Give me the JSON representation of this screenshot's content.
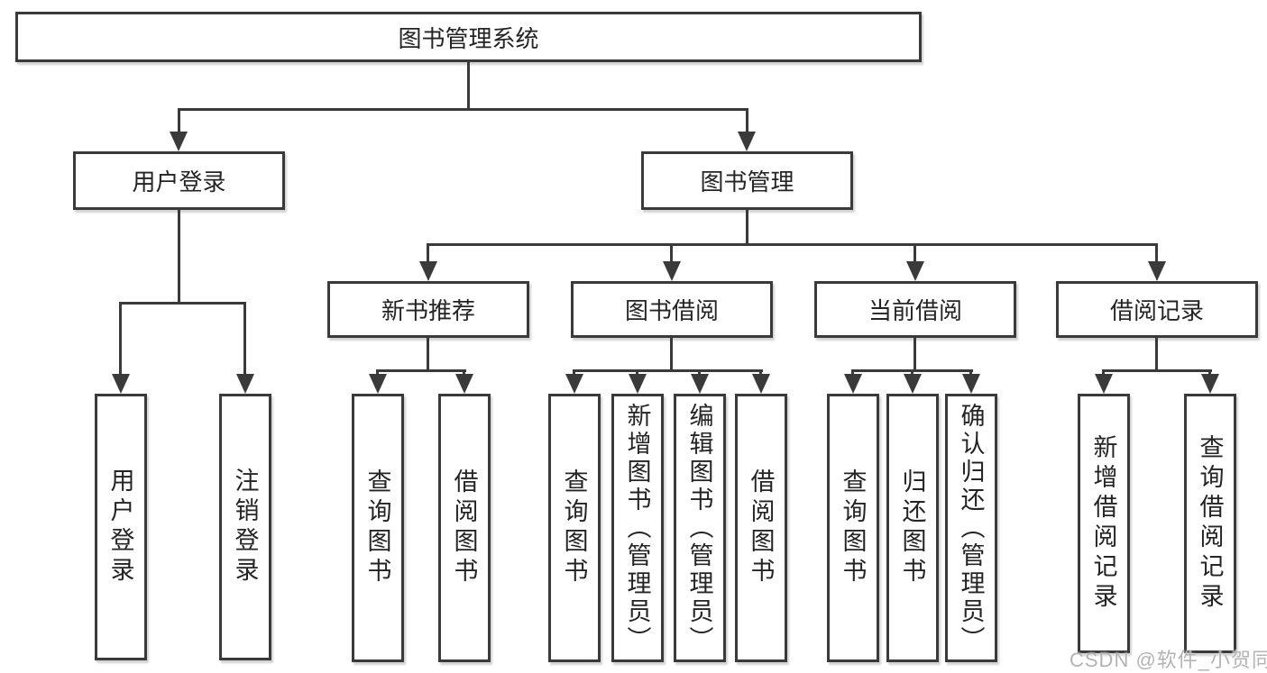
{
  "tree": {
    "root": {
      "label": "图书管理系统"
    },
    "user_login": {
      "label": "用户登录",
      "children": {
        "login": {
          "label": "用户登录"
        },
        "logout": {
          "label": "注销登录"
        }
      }
    },
    "book_mgmt": {
      "label": "图书管理",
      "children": {
        "new_books": {
          "label": "新书推荐",
          "children": {
            "query": {
              "label": "查询图书"
            },
            "borrow": {
              "label": "借阅图书"
            }
          }
        },
        "borrowing": {
          "label": "图书借阅",
          "children": {
            "query": {
              "label": "查询图书"
            },
            "add": {
              "label": "新增图书（管理员）"
            },
            "edit": {
              "label": "编辑图书（管理员）"
            },
            "borrow": {
              "label": "借阅图书"
            }
          }
        },
        "current": {
          "label": "当前借阅",
          "children": {
            "query": {
              "label": "查询图书"
            },
            "return": {
              "label": "归还图书"
            },
            "confirm": {
              "label": "确认归还（管理员）"
            }
          }
        },
        "records": {
          "label": "借阅记录",
          "children": {
            "add": {
              "label": "新增借阅记录"
            },
            "query": {
              "label": "查询借阅记录"
            }
          }
        }
      }
    }
  },
  "watermark": {
    "text": "CSDN @软件_小贺同学"
  },
  "colors": {
    "line": "#3a3a3a",
    "box_border": "#3a3a3a",
    "box_fill": "#ffffff",
    "text": "#242424",
    "watermark": "#b3b3b3"
  }
}
